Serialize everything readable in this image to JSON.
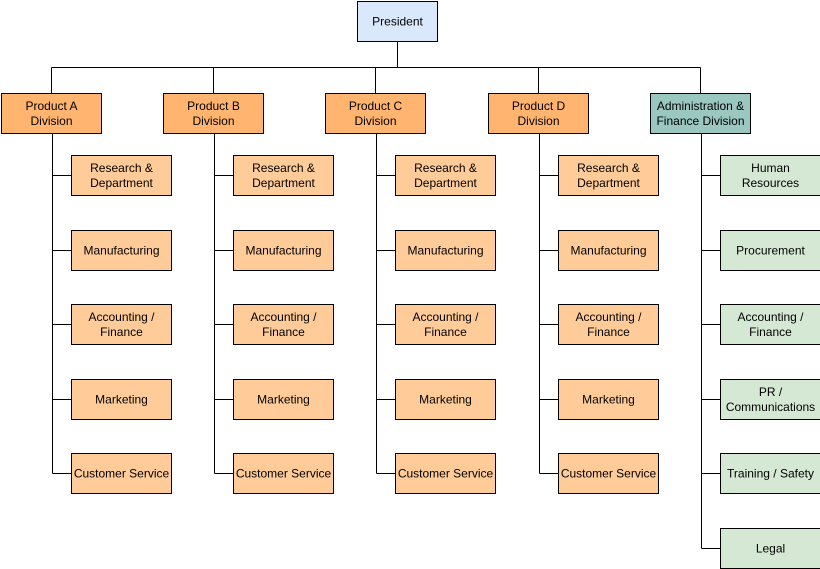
{
  "colors": {
    "president": "#dae8fc",
    "division": "#ffb570",
    "department": "#ffcc99",
    "admin_division": "#9ac7bf",
    "admin_department": "#d5e8d4",
    "line": "#000000"
  },
  "president": {
    "lines": [
      "President"
    ]
  },
  "divisions": [
    {
      "lines": [
        "Product A",
        "Division"
      ],
      "departments": [
        {
          "lines": [
            "Research &",
            "Department"
          ]
        },
        {
          "lines": [
            "Manufacturing"
          ]
        },
        {
          "lines": [
            "Accounting /",
            "Finance"
          ]
        },
        {
          "lines": [
            "Marketing"
          ]
        },
        {
          "lines": [
            "Customer Service"
          ]
        }
      ]
    },
    {
      "lines": [
        "Product B",
        "Division"
      ],
      "departments": [
        {
          "lines": [
            "Research &",
            "Department"
          ]
        },
        {
          "lines": [
            "Manufacturing"
          ]
        },
        {
          "lines": [
            "Accounting /",
            "Finance"
          ]
        },
        {
          "lines": [
            "Marketing"
          ]
        },
        {
          "lines": [
            "Customer Service"
          ]
        }
      ]
    },
    {
      "lines": [
        "Product C",
        "Division"
      ],
      "departments": [
        {
          "lines": [
            "Research &",
            "Department"
          ]
        },
        {
          "lines": [
            "Manufacturing"
          ]
        },
        {
          "lines": [
            "Accounting /",
            "Finance"
          ]
        },
        {
          "lines": [
            "Marketing"
          ]
        },
        {
          "lines": [
            "Customer Service"
          ]
        }
      ]
    },
    {
      "lines": [
        "Product D",
        "Division"
      ],
      "departments": [
        {
          "lines": [
            "Research &",
            "Department"
          ]
        },
        {
          "lines": [
            "Manufacturing"
          ]
        },
        {
          "lines": [
            "Accounting /",
            "Finance"
          ]
        },
        {
          "lines": [
            "Marketing"
          ]
        },
        {
          "lines": [
            "Customer Service"
          ]
        }
      ]
    },
    {
      "lines": [
        "Administration &",
        "Finance Division"
      ],
      "departments": [
        {
          "lines": [
            "Human",
            "Resources"
          ]
        },
        {
          "lines": [
            "Procurement"
          ]
        },
        {
          "lines": [
            "Accounting /",
            "Finance"
          ]
        },
        {
          "lines": [
            "PR /",
            "Communications"
          ]
        },
        {
          "lines": [
            "Training / Safety"
          ]
        },
        {
          "lines": [
            "Legal"
          ]
        }
      ]
    }
  ]
}
